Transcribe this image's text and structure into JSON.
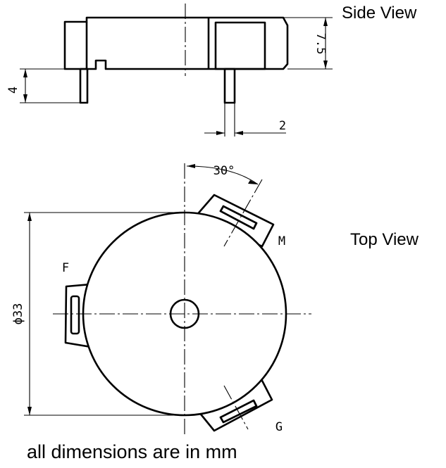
{
  "labels": {
    "side_view": "Side View",
    "top_view": "Top View",
    "footer": "all dimensions are in mm"
  },
  "dimensions": {
    "height": "7.5",
    "pin_length": "4",
    "pin_width": "2",
    "angle": "30°",
    "diameter": "ϕ33"
  },
  "terminals": {
    "m": "M",
    "f": "F",
    "g": "G"
  }
}
